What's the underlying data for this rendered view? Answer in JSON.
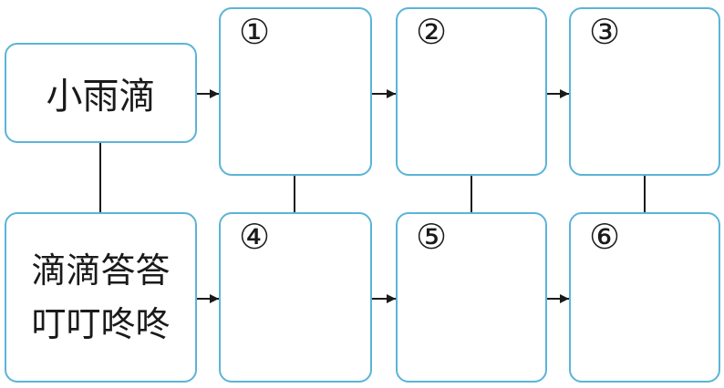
{
  "start_top": {
    "text": "小雨滴"
  },
  "start_bottom": {
    "line1": "滴滴答答",
    "line2": "叮叮咚咚"
  },
  "slots": [
    {
      "id": "slot-1",
      "number": "①"
    },
    {
      "id": "slot-2",
      "number": "②"
    },
    {
      "id": "slot-3",
      "number": "③"
    },
    {
      "id": "slot-4",
      "number": "④"
    },
    {
      "id": "slot-5",
      "number": "⑤"
    },
    {
      "id": "slot-6",
      "number": "⑥"
    }
  ],
  "colors": {
    "border": "#5bb4d8",
    "line": "#1a1a1a"
  }
}
